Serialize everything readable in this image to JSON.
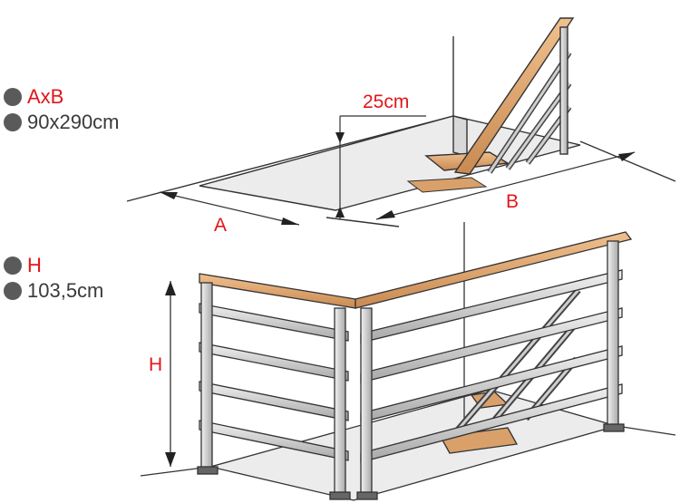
{
  "legend": {
    "ab_label": "AxB",
    "ab_value": "90x290cm",
    "h_label": "H",
    "h_value": "103,5cm"
  },
  "dimensions": {
    "a": "A",
    "b": "B",
    "h": "H",
    "offset": "25cm"
  },
  "colors": {
    "label_red": "#e3161b",
    "label_dark": "#3a3a3a",
    "wood": "#d9a06a",
    "steel": "#c9c9c9",
    "floor": "#ececec"
  }
}
